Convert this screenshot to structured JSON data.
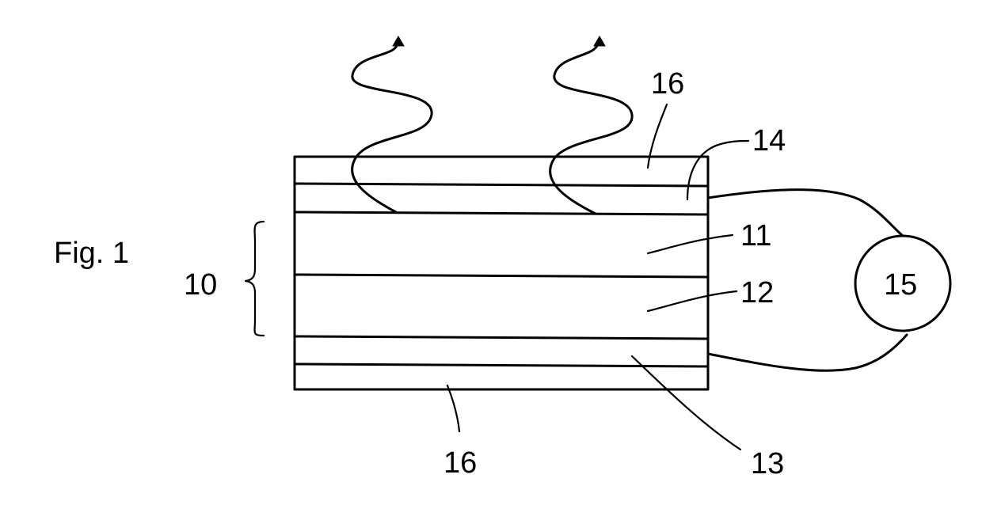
{
  "figure_label": "Fig. 1",
  "labels": {
    "stack": "10",
    "layer_11": "11",
    "layer_12": "12",
    "layer_13": "13",
    "layer_14": "14",
    "source_15": "15",
    "coating_top": "16",
    "coating_bottom": "16"
  }
}
